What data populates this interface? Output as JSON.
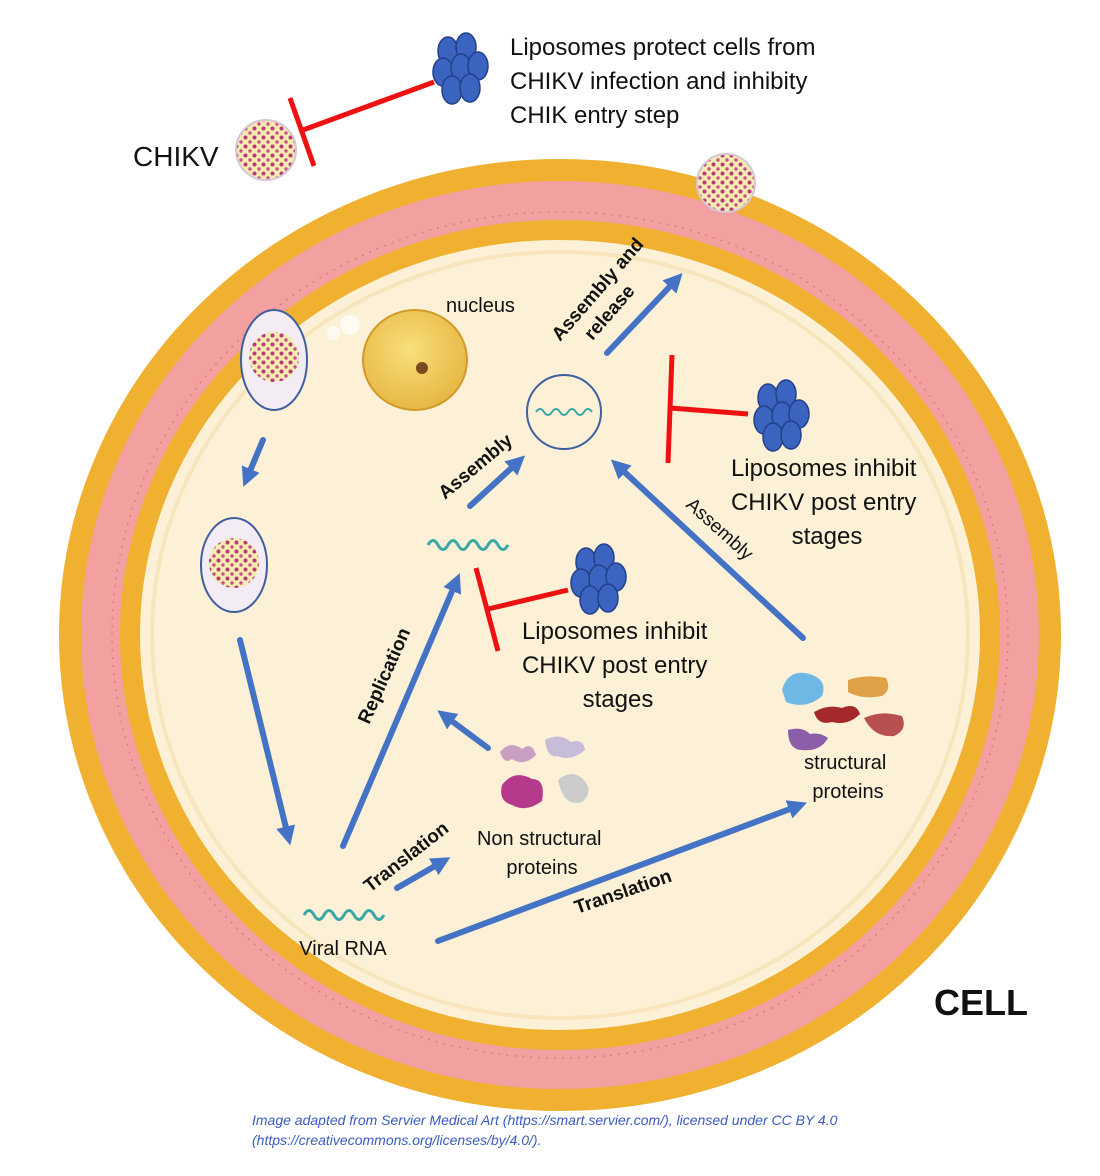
{
  "chikv_label": "CHIKV",
  "cell_label": "CELL",
  "nucleus_label": "nucleus",
  "inhibitions": {
    "entry": [
      "Liposomes protect cells from",
      "CHIKV infection and inhibity",
      "CHIK entry step"
    ],
    "post_entry_right": [
      "Liposomes inhibit",
      "CHIKV post entry",
      "stages"
    ],
    "post_entry_center": [
      "Liposomes inhibit",
      "CHIKV post entry",
      "stages"
    ]
  },
  "steps": {
    "assembly_release": [
      "Assembly and",
      "release"
    ],
    "assembly_left": "Assembly",
    "assembly_right": "Assembly",
    "replication": "Replication",
    "translation_left": "Translation",
    "translation_right": "Translation"
  },
  "components": {
    "viral_rna": "Viral RNA",
    "non_structural": [
      "Non structural",
      "proteins"
    ],
    "structural": [
      "structural",
      "proteins"
    ]
  },
  "credit": [
    "Image adapted from Servier Medical Art (https://smart.servier.com/), licensed under CC BY 4.0",
    "(https://creativecommons.org/licenses/by/4.0/)."
  ],
  "colors": {
    "arrow": "#4472c4",
    "inhibitor": "#ee1111",
    "liposome": "#3a64c0",
    "membrane_head": "#f0b030",
    "membrane_tail": "#f2a0a0",
    "cytoplasm": "#fcf1d6",
    "credit_text": "#3a5bbf"
  }
}
